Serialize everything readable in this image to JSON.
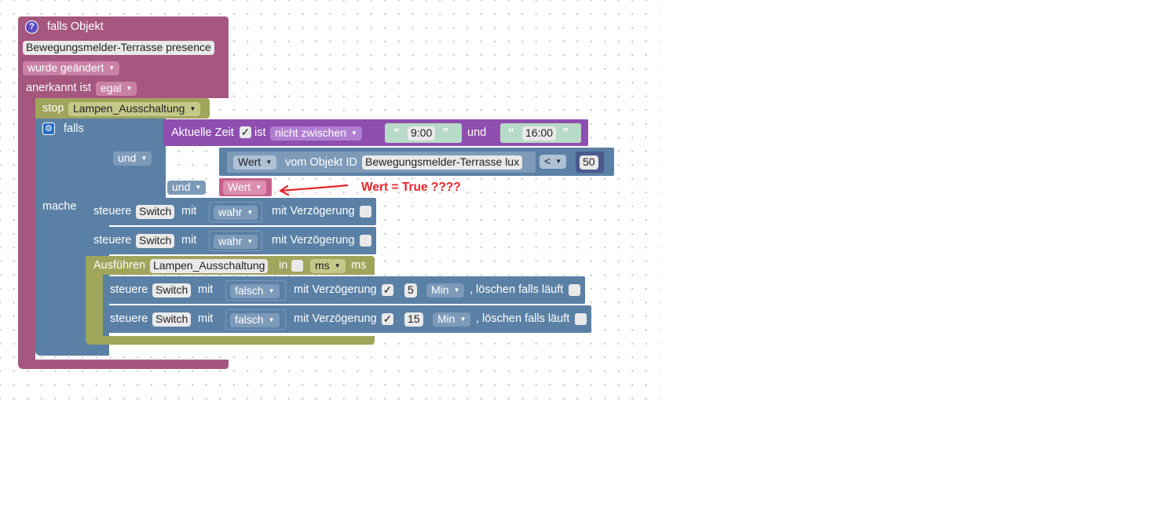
{
  "trigger": {
    "title": "falls Objekt",
    "object": "Bewegungsmelder-Terrasse presence",
    "condition": "wurde geändert",
    "ack_label": "anerkannt ist",
    "ack_value": "egal"
  },
  "stop_block": {
    "label": "stop",
    "timer": "Lampen_Ausschaltung"
  },
  "if_block": {
    "falls_label": "falls",
    "mache_label": "mache",
    "und_1": "und",
    "und_2": "und",
    "time_check": {
      "label": "Aktuelle Zeit",
      "checkbox": "✓",
      "ist_label": "ist",
      "operator": "nicht zwischen",
      "start": "9:00",
      "und_label": "und",
      "end": "16:00",
      "quote_open": "“",
      "quote_close": "”"
    },
    "lux_check": {
      "value_dropdown": "Wert",
      "from_label": "vom Objekt ID",
      "object": "Bewegungsmelder-Terrasse lux",
      "operator": "<",
      "number": "50"
    },
    "wert_block": "Wert"
  },
  "actions": [
    {
      "label": "steuere",
      "target": "Switch",
      "mit": "mit",
      "value": "wahr",
      "delay_label": "mit Verzögerung"
    },
    {
      "label": "steuere",
      "target": "Switch",
      "mit": "mit",
      "value": "wahr",
      "delay_label": "mit Verzögerung"
    }
  ],
  "timeout_block": {
    "label": "Ausführen",
    "name": "Lampen_Ausschaltung",
    "in_label": "in",
    "unit_dropdown": "ms",
    "unit_label": "ms",
    "actions": [
      {
        "label": "steuere",
        "target": "Switch",
        "mit": "mit",
        "value": "falsch",
        "delay_label": "mit Verzögerung",
        "check": "✓",
        "delay": "5",
        "unit": "Min",
        "clear_label": ", löschen falls läuft"
      },
      {
        "label": "steuere",
        "target": "Switch",
        "mit": "mit",
        "value": "falsch",
        "delay_label": "mit Verzögerung",
        "check": "✓",
        "delay": "15",
        "unit": "Min",
        "clear_label": ", löschen falls läuft"
      }
    ]
  },
  "annotation": {
    "text": "Wert = True  ????",
    "arrow_color": "#e8252d"
  },
  "colors": {
    "trigger": "#a5577f",
    "trigger_dark": "#7e3f60",
    "olive": "#9fa55b",
    "olive_dark": "#7f8545",
    "logic": "#5b80a5",
    "logic_dark": "#44627f",
    "purple": "#8e4fb0",
    "purple_dark": "#6d3a88",
    "text_block": "#b8dac8",
    "wert_pink": "#c75f8d"
  }
}
